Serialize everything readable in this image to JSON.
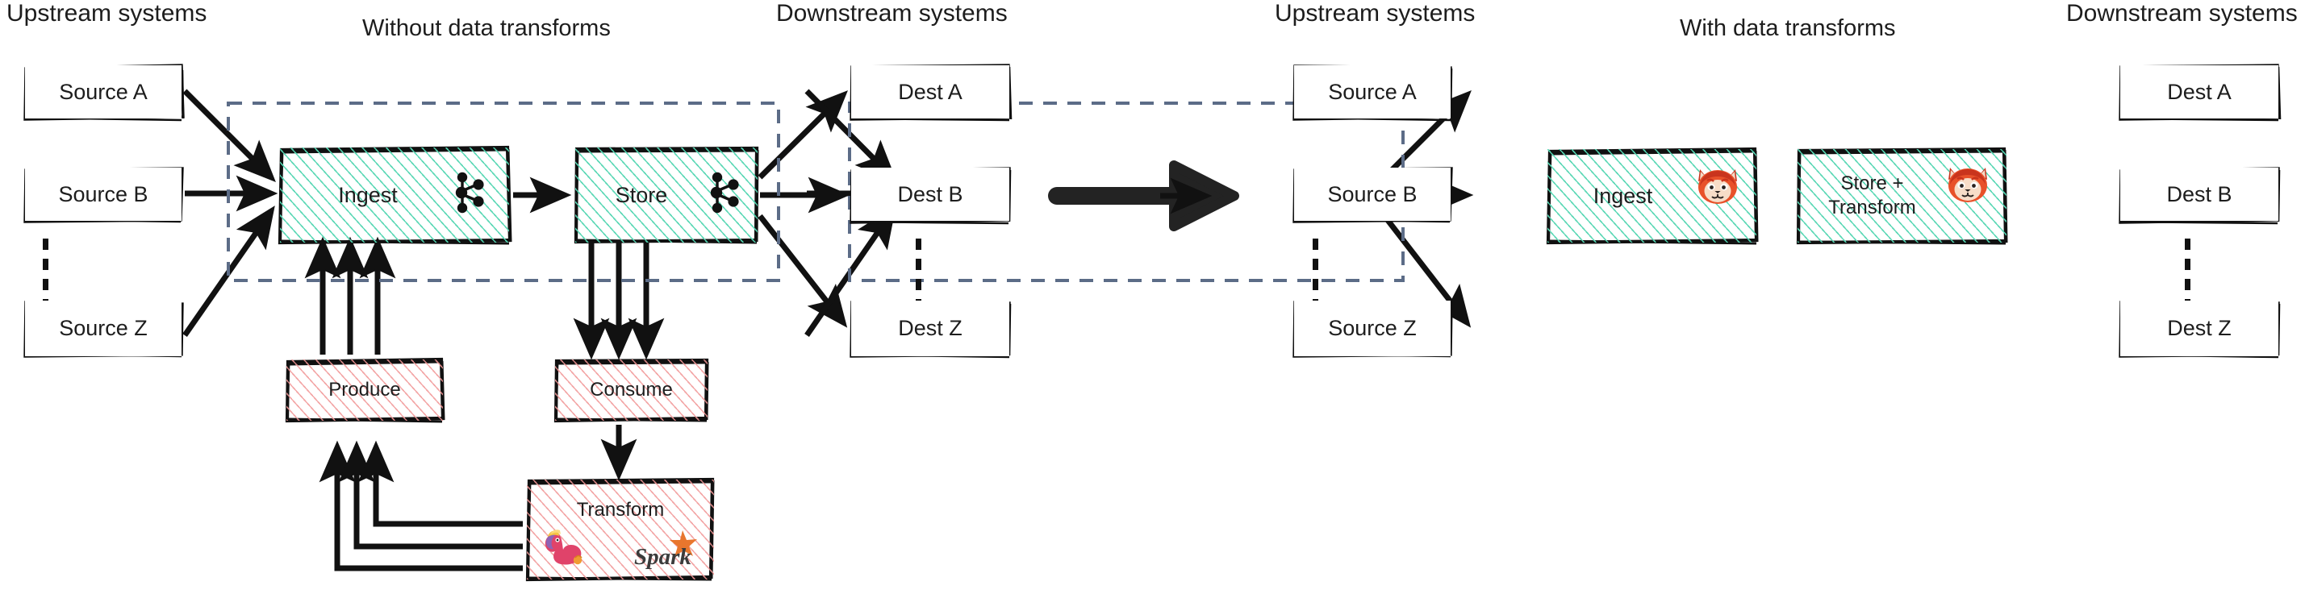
{
  "diagram": {
    "title_left": "Without data transforms",
    "title_right": "With data transforms",
    "labels": {
      "upstream_left": "Upstream systems",
      "downstream_left": "Downstream systems",
      "upstream_right": "Upstream systems",
      "downstream_right": "Downstream systems"
    },
    "colors": {
      "green_hatch": "#54d6b2",
      "red_hatch": "#f19696",
      "dashed_boundary": "#5c6c87",
      "stroke": "#111111",
      "background": "#ffffff"
    }
  },
  "left_panel": {
    "sources": [
      {
        "label": "Source A"
      },
      {
        "label": "Source B"
      },
      {
        "label": "Source Z"
      }
    ],
    "pipeline": [
      {
        "label": "Ingest",
        "logo": "kafka-icon"
      },
      {
        "label": "Store",
        "logo": "kafka-icon"
      }
    ],
    "aux": [
      {
        "label": "Produce"
      },
      {
        "label": "Consume"
      }
    ],
    "transform": {
      "label": "Transform",
      "logos": [
        "flink-icon",
        "spark-icon"
      ],
      "spark_wordmark": "Spark"
    },
    "destinations": [
      {
        "label": "Dest A"
      },
      {
        "label": "Dest B"
      },
      {
        "label": "Dest Z"
      }
    ]
  },
  "right_panel": {
    "sources": [
      {
        "label": "Source A"
      },
      {
        "label": "Source B"
      },
      {
        "label": "Source Z"
      }
    ],
    "pipeline": [
      {
        "label": "Ingest",
        "logo": "redpanda-icon"
      },
      {
        "label": "Store +\nTransform",
        "label_line1": "Store +",
        "label_line2": "Transform",
        "logo": "redpanda-icon"
      }
    ],
    "destinations": [
      {
        "label": "Dest A"
      },
      {
        "label": "Dest B"
      },
      {
        "label": "Dest Z"
      }
    ]
  },
  "center": {
    "transition_arrow": "big-right-arrow-icon"
  }
}
